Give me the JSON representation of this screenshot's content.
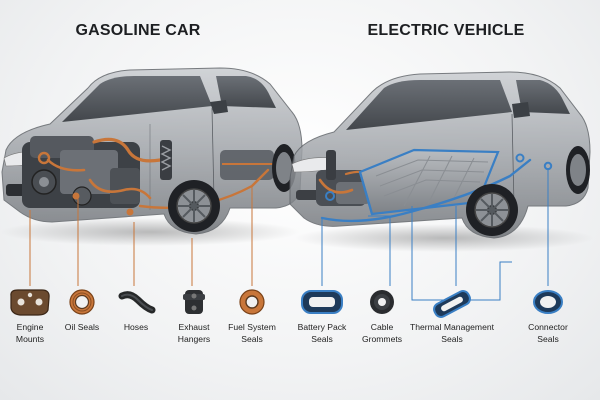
{
  "sections": {
    "gasoline": {
      "title": "GASOLINE CAR",
      "accent": "#c8763a",
      "parts": [
        {
          "line1": "Engine",
          "line2": "Mounts",
          "icon": "engine-mount-icon"
        },
        {
          "line1": "Oil Seals",
          "line2": "",
          "icon": "oil-seal-icon"
        },
        {
          "line1": "Hoses",
          "line2": "",
          "icon": "hose-icon"
        },
        {
          "line1": "Exhaust",
          "line2": "Hangers",
          "icon": "exhaust-hanger-icon"
        },
        {
          "line1": "Fuel System",
          "line2": "Seals",
          "icon": "fuel-seal-icon"
        }
      ]
    },
    "electric": {
      "title": "ELECTRIC VEHICLE",
      "accent": "#3a7fc4",
      "parts": [
        {
          "line1": "Battery Pack",
          "line2": "Seals",
          "icon": "battery-seal-icon"
        },
        {
          "line1": "Cable",
          "line2": "Grommets",
          "icon": "grommet-icon"
        },
        {
          "line1": "Thermal Management",
          "line2": "Seals",
          "icon": "thermal-seal-icon"
        },
        {
          "line1": "Connector",
          "line2": "Seals",
          "icon": "connector-seal-icon"
        }
      ]
    }
  }
}
